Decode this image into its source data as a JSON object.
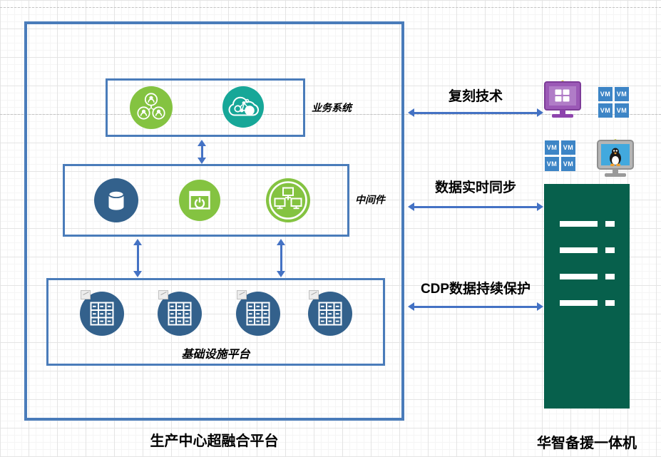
{
  "production": {
    "title": "生产中心超融合平台",
    "business_system_label": "业务系统",
    "middleware_label": "中间件",
    "infrastructure_label": "基础设施平台"
  },
  "links": {
    "replication": "复刻技术",
    "realtime_sync": "数据实时同步",
    "cdp": "CDP数据持续保护"
  },
  "appliance": {
    "title": "华智备援一体机",
    "vm_label": "VM"
  },
  "icons": {
    "user_group_icon": "three-user-badges-in-green-circle",
    "cloud_network_icon": "white-cloud-with-molecule-in-teal-circle",
    "database_icon": "white-cylinder-in-dark-blue-circle",
    "app_power_icon": "window-with-power-symbol-in-green-circle",
    "network_icon": "three-monitors-in-ring-green-circle",
    "server_grid_icon": "3x3-grid-in-dark-blue-circle",
    "windows_monitor_icon": "purple-monitor-with-windows-logo",
    "linux_monitor_icon": "gray-monitor-with-tux-penguin",
    "vm_tile_icon": "blue-square-labeled-VM",
    "thumbnail_placeholder_icon": "small-gray-placeholder-square"
  },
  "colors": {
    "box_border": "#4a7cba",
    "arrow": "#4472c4",
    "green_circle": "#84c341",
    "teal_circle": "#17a798",
    "dark_blue_circle": "#33618c",
    "appliance_green": "#07604c",
    "vm_tile_blue": "#3d85c6",
    "monitor_purple": "#9b59b6",
    "monitor_screen_blue": "#42a9de"
  }
}
